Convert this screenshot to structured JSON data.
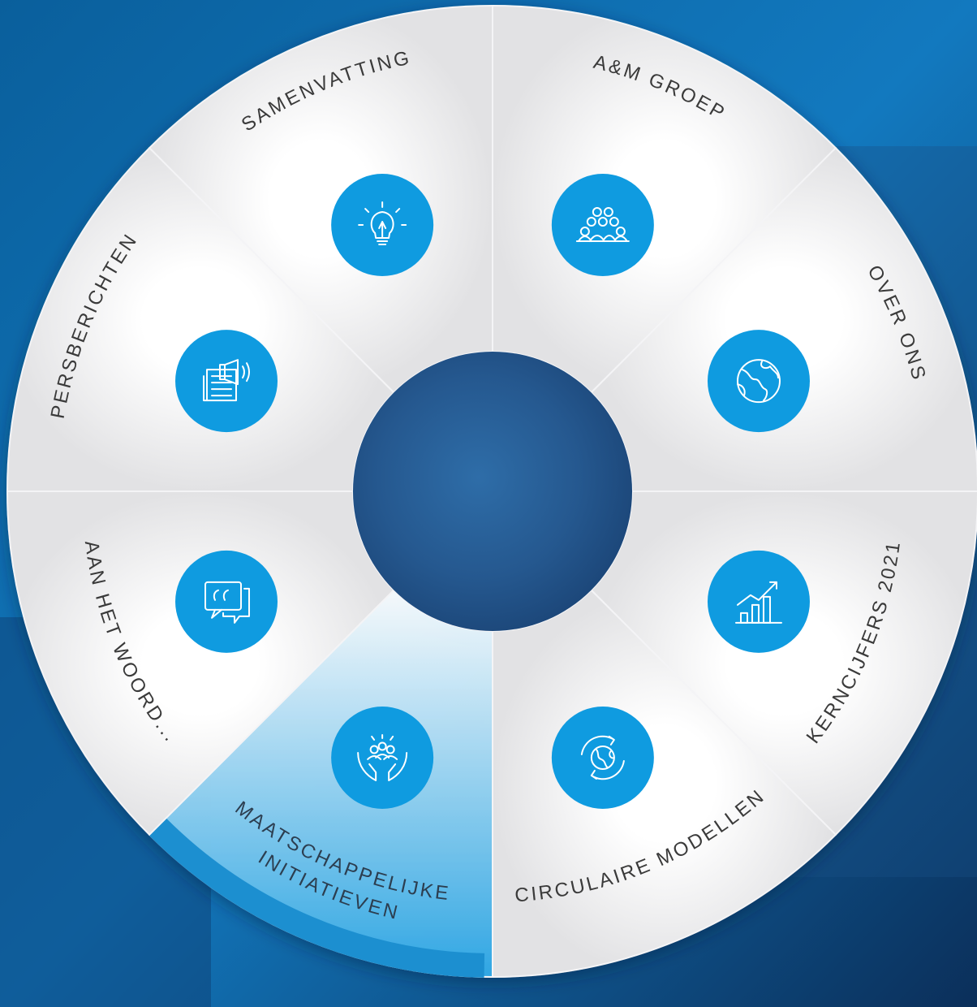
{
  "menu": {
    "accent_color": "#0f9be0",
    "active_color": "#1e8fd0",
    "segments": [
      {
        "id": "samenvatting",
        "lines": [
          "SAMENVATTING"
        ],
        "icon": "lightbulb-icon",
        "active": false
      },
      {
        "id": "am-groep",
        "lines": [
          "A&M GROEP"
        ],
        "icon": "group-icon",
        "active": false
      },
      {
        "id": "over-ons",
        "lines": [
          "OVER ONS"
        ],
        "icon": "globe-icon",
        "active": false
      },
      {
        "id": "kerncijfers",
        "lines": [
          "KERNCIJFERS 2021"
        ],
        "icon": "growth-chart-icon",
        "active": false
      },
      {
        "id": "circulaire-modellen",
        "lines": [
          "CIRCULAIRE MODELLEN"
        ],
        "icon": "recycle-globe-icon",
        "active": false
      },
      {
        "id": "maatschappelijke-initiatieven",
        "lines": [
          "MAATSCHAPPELIJKE",
          "INITIATIEVEN"
        ],
        "icon": "hands-community-icon",
        "active": true
      },
      {
        "id": "aan-het-woord",
        "lines": [
          "AAN HET WOORD..."
        ],
        "icon": "quote-chat-icon",
        "active": false
      },
      {
        "id": "persberichten",
        "lines": [
          "PERSBERICHTEN"
        ],
        "icon": "newspaper-megaphone-icon",
        "active": false
      }
    ]
  }
}
